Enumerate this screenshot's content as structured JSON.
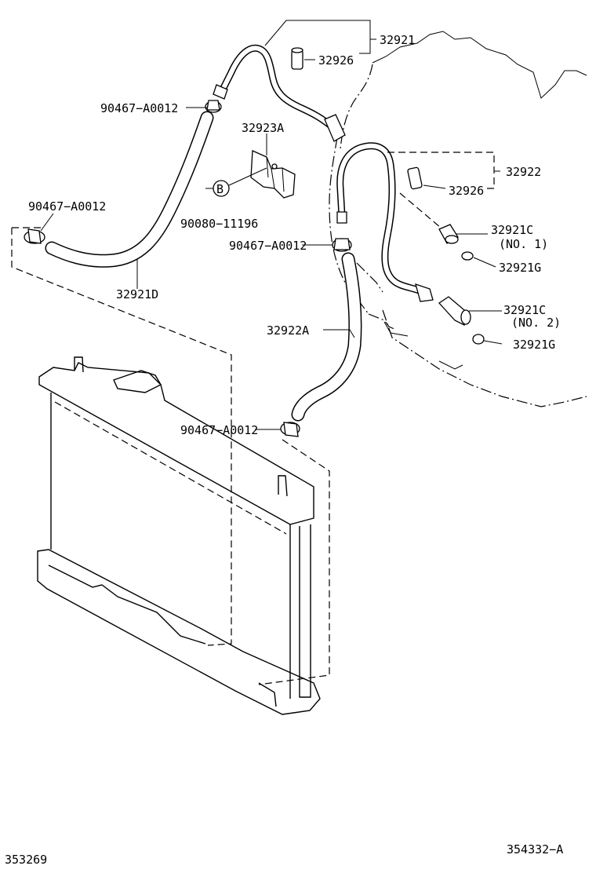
{
  "parts": {
    "p32921": "32921",
    "p32926_a": "32926",
    "p90467_top": "90467−A0012",
    "p32923A": "32923A",
    "p90467_left": "90467−A0012",
    "b_marker": "B",
    "p90080": "90080−11196",
    "p32921D": "32921D",
    "p32922": "32922",
    "p32926_b": "32926",
    "p90467_mid": "90467−A0012",
    "p32921C_1": "32921C",
    "p32921C_1_note": "(NO. 1)",
    "p32921G_1": "32921G",
    "p32921C_2": "32921C",
    "p32921C_2_note": "(NO. 2)",
    "p32921G_2": "32921G",
    "p32922A": "32922A",
    "p90467_low": "90467−A0012"
  },
  "footer": {
    "left_code": "353269",
    "right_code": "354332−A"
  }
}
